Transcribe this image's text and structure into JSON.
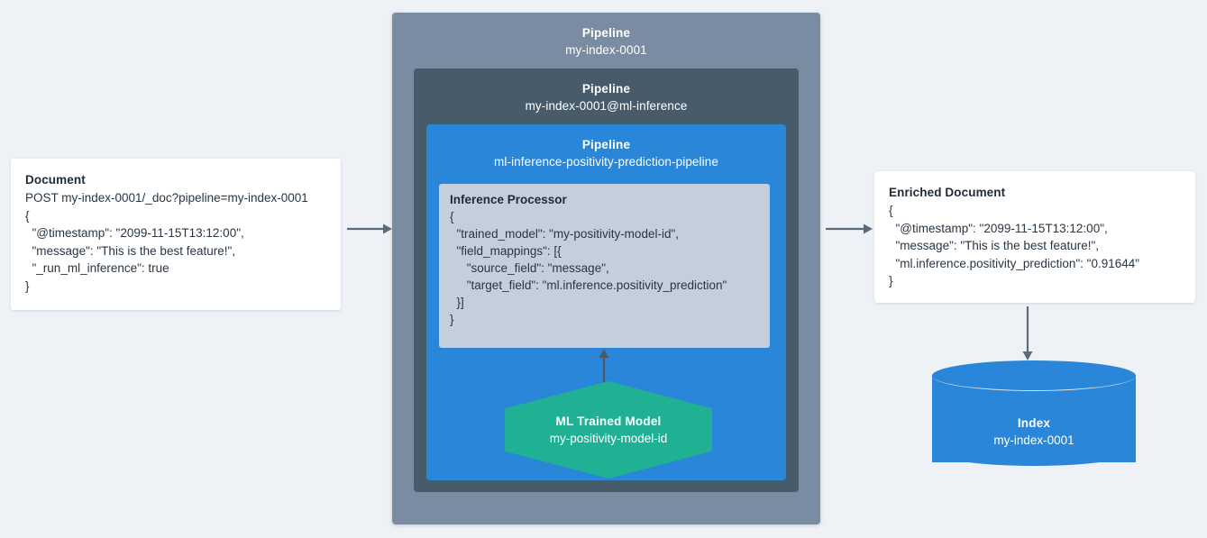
{
  "colors": {
    "page_background": "#eef2f6",
    "pipeline_outer": "#7a8ca1",
    "pipeline_mid": "#475b6b",
    "pipeline_inner": "#2a86d8",
    "processor": "#c3d0db",
    "ml_model": "#20b093",
    "index": "#2a86d8",
    "arrow": "#5b6b7c",
    "card": "#ffffff",
    "text": "#26323d"
  },
  "document_card": {
    "title": "Document",
    "lines": [
      "POST my-index-0001/_doc?pipeline=my-index-0001",
      "{",
      "  \"@timestamp\": \"2099-11-15T13:12:00\",",
      "  \"message\": \"This is the best feature!\",",
      "  \"_run_ml_inference\": true",
      "}"
    ]
  },
  "pipeline_outer": {
    "label": "Pipeline",
    "name": "my-index-0001"
  },
  "pipeline_mid": {
    "label": "Pipeline",
    "name": "my-index-0001@ml-inference"
  },
  "pipeline_inner": {
    "label": "Pipeline",
    "name": "ml-inference-positivity-prediction-pipeline"
  },
  "inference_processor": {
    "title": "Inference Processor",
    "lines": [
      "{",
      "  \"trained_model\": \"my-positivity-model-id\",",
      "  \"field_mappings\": [{",
      "     \"source_field\": \"message\",",
      "     \"target_field\": \"ml.inference.positivity_prediction\"",
      "  }]",
      "}"
    ]
  },
  "ml_trained_model": {
    "label": "ML Trained Model",
    "name": "my-positivity-model-id"
  },
  "enriched_document_card": {
    "title": "Enriched Document",
    "lines": [
      "{",
      "  \"@timestamp\": \"2099-11-15T13:12:00\",",
      "  \"message\": \"This is the best feature!\",",
      "  \"ml.inference.positivity_prediction\": \"0.91644\"",
      "}"
    ]
  },
  "index_store": {
    "label": "Index",
    "name": "my-index-0001"
  },
  "arrows": [
    {
      "id": "document-to-pipeline",
      "direction": "right"
    },
    {
      "id": "pipeline-to-enriched-document",
      "direction": "right"
    },
    {
      "id": "enriched-document-to-index",
      "direction": "down"
    },
    {
      "id": "ml-model-to-inference-processor",
      "direction": "up"
    }
  ]
}
